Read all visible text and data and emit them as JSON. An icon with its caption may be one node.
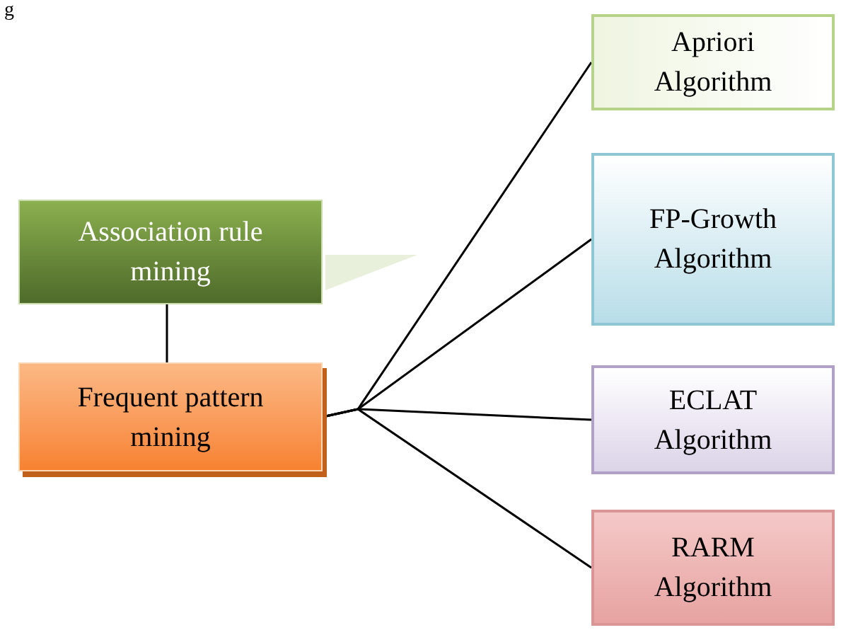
{
  "diagram": {
    "nodes": [
      {
        "text": [
          "Association rule mining"
        ]
      },
      {
        "text": [
          "Frequent pattern mining"
        ]
      },
      {
        "text": [
          "Apriori Algorithm"
        ]
      },
      {
        "text": [
          "FP-Growth Algorithm"
        ]
      },
      {
        "text": [
          "ECLAT Algorithm"
        ]
      },
      {
        "text": [
          "RARM Algorithm"
        ]
      }
    ],
    "edges": [
      {
        "from": 0,
        "to": 1,
        "arrow": "none"
      },
      {
        "from": 1,
        "to": 2,
        "arrow": "none"
      },
      {
        "from": 1,
        "to": 3,
        "arrow": "none"
      },
      {
        "from": 1,
        "to": 4,
        "arrow": "none"
      },
      {
        "from": 1,
        "to": 5,
        "arrow": "none"
      }
    ],
    "labels": [
      "g"
    ]
  }
}
